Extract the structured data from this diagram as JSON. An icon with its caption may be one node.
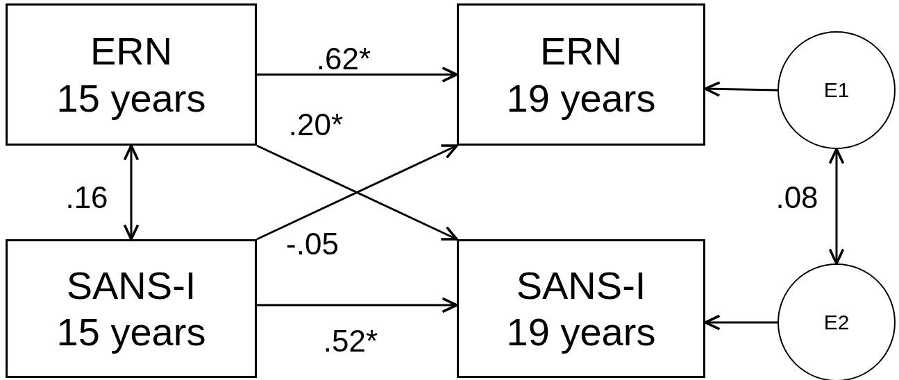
{
  "diagram": {
    "nodes": [
      {
        "text": [
          "ERN",
          "15 years"
        ]
      },
      {
        "text": [
          "ERN",
          "19 years"
        ]
      },
      {
        "text": [
          "E1"
        ]
      },
      {
        "text": [
          "SANS-I",
          "15 years"
        ]
      },
      {
        "text": [
          "SANS-I",
          "19 years"
        ]
      },
      {
        "text": [
          "E2"
        ]
      }
    ],
    "edges": [
      {
        "from": 0,
        "to": 1,
        "arrow": "to",
        "label": ".62*"
      },
      {
        "from": 0,
        "to": 4,
        "arrow": "to",
        "label": ".20*"
      },
      {
        "from": 3,
        "to": 1,
        "arrow": "to",
        "label": "-.05"
      },
      {
        "from": 3,
        "to": 4,
        "arrow": "to",
        "label": ".52*"
      },
      {
        "from": 0,
        "to": 3,
        "arrow": "both",
        "label": ".16"
      },
      {
        "from": 2,
        "to": 1,
        "arrow": "to"
      },
      {
        "from": 5,
        "to": 4,
        "arrow": "to"
      },
      {
        "from": 2,
        "to": 5,
        "arrow": "both",
        "label": ".08"
      }
    ]
  }
}
